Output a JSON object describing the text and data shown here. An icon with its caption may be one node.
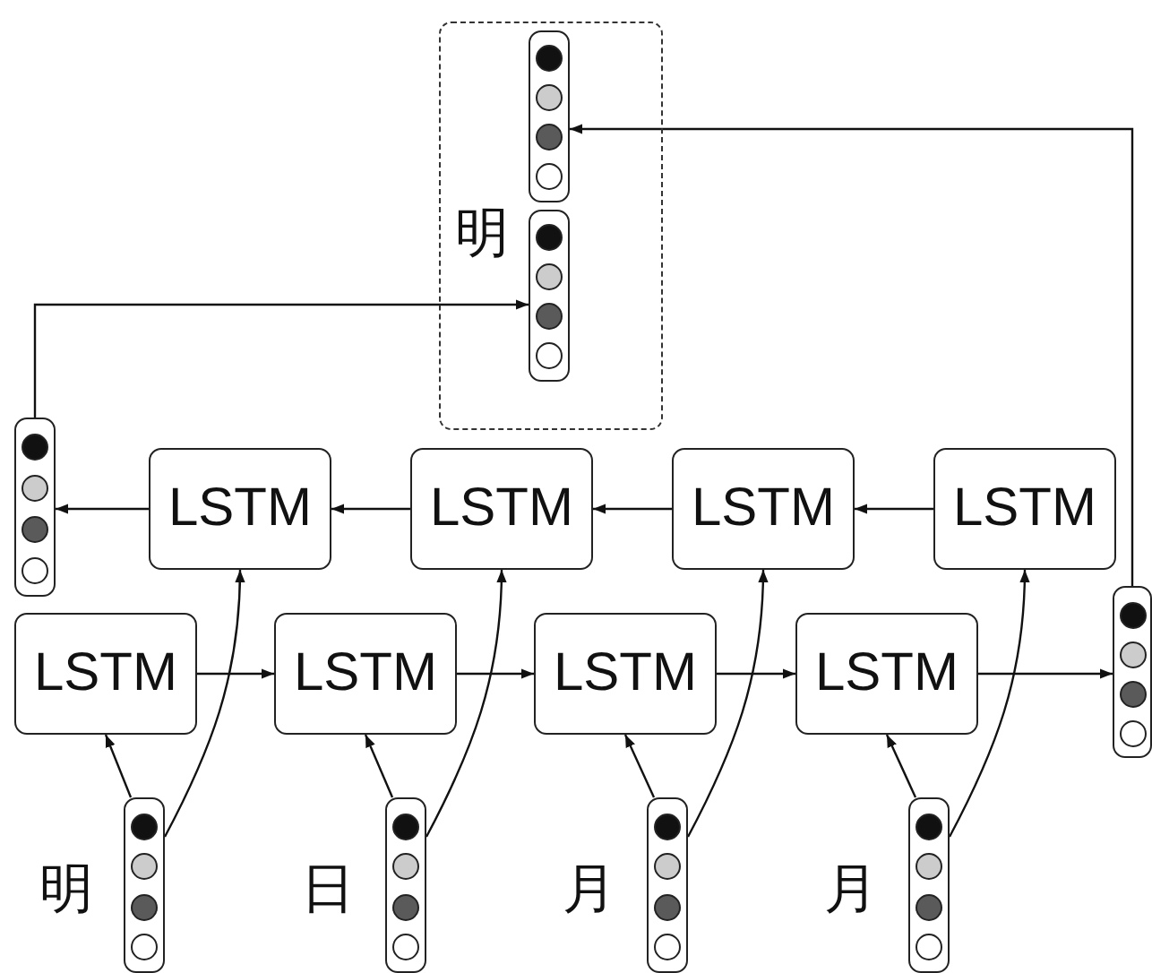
{
  "diagram": {
    "nodes": [
      {
        "text": [
          "明"
        ]
      },
      {
        "text": [],
        "shape": "box",
        "in": 0
      },
      {
        "text": [],
        "shape": "box",
        "in": 0
      },
      {
        "text": [],
        "shape": "box"
      },
      {
        "text": [
          "LSTM"
        ]
      },
      {
        "text": [
          "LSTM"
        ]
      },
      {
        "text": [
          "LSTM"
        ]
      },
      {
        "text": [
          "LSTM"
        ]
      },
      {
        "text": [
          "LSTM"
        ]
      },
      {
        "text": [
          "LSTM"
        ]
      },
      {
        "text": [
          "LSTM"
        ]
      },
      {
        "text": [
          "LSTM"
        ]
      },
      {
        "text": [],
        "shape": "box"
      },
      {
        "text": [],
        "shape": "box",
        "beside": [
          "明"
        ]
      },
      {
        "text": [],
        "shape": "box",
        "beside": [
          "日"
        ]
      },
      {
        "text": [],
        "shape": "box",
        "beside": [
          "月"
        ]
      },
      {
        "text": [],
        "shape": "box",
        "beside": [
          "月"
        ]
      }
    ],
    "edges": [
      {
        "from": 13,
        "to": 8,
        "arrow": "to"
      },
      {
        "from": 13,
        "to": 4,
        "arrow": "to"
      },
      {
        "from": 14,
        "to": 9,
        "arrow": "to"
      },
      {
        "from": 14,
        "to": 5,
        "arrow": "to"
      },
      {
        "from": 15,
        "to": 10,
        "arrow": "to"
      },
      {
        "from": 15,
        "to": 6,
        "arrow": "to"
      },
      {
        "from": 16,
        "to": 11,
        "arrow": "to"
      },
      {
        "from": 16,
        "to": 7,
        "arrow": "to"
      },
      {
        "from": 8,
        "to": 9,
        "arrow": "to"
      },
      {
        "from": 9,
        "to": 10,
        "arrow": "to"
      },
      {
        "from": 10,
        "to": 11,
        "arrow": "to"
      },
      {
        "from": 11,
        "to": 12,
        "arrow": "to"
      },
      {
        "from": 7,
        "to": 6,
        "arrow": "to"
      },
      {
        "from": 6,
        "to": 5,
        "arrow": "to"
      },
      {
        "from": 5,
        "to": 4,
        "arrow": "to"
      },
      {
        "from": 4,
        "to": 3,
        "arrow": "to"
      },
      {
        "from": 3,
        "to": 2,
        "arrow": "to"
      },
      {
        "from": 12,
        "to": 1,
        "arrow": "to"
      }
    ]
  }
}
